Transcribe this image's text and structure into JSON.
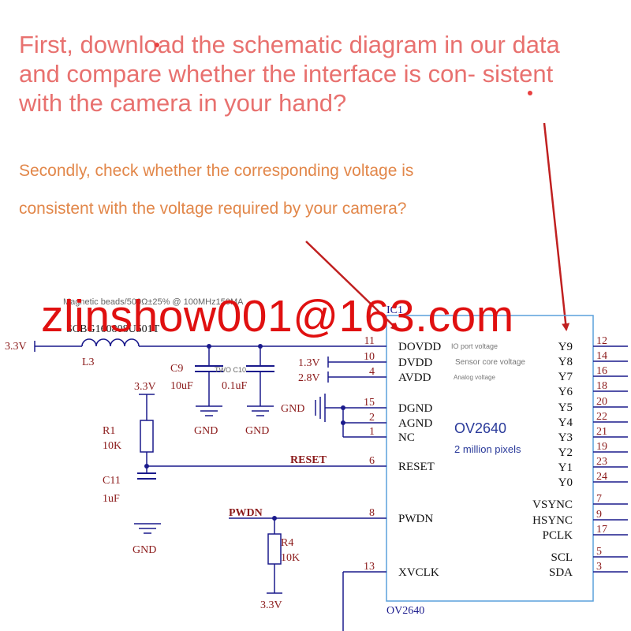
{
  "instructions": {
    "first": "First, download the schematic diagram in our data and compare whether the interface is con- sistent with the camera in your hand?",
    "second_line1": "Secondly, check whether the corresponding voltage is",
    "second_line2": "consistent with the voltage required by your camera?"
  },
  "watermark": "zlinshow001@163.com",
  "schematic": {
    "bead_note": "Magnetic beads/500Ω±25% @ 100MHz150MA",
    "bead_part": "SCBG160808U501T",
    "ic_ref": "IC1",
    "ic_name": "OV2640",
    "ic_desc": "2 million pixels",
    "ic_footer": "OV2640",
    "note_io": "IO port voltage",
    "note_core": "Sensor core voltage",
    "note_analog": "Analog voltage",
    "supply_main": "3.3V",
    "inductor": "L3",
    "c9_ref": "C9",
    "c9_val": "10uF",
    "c10_ref": "TWO C10",
    "c10_val": "0.1uF",
    "gnd": "GND",
    "v13": "1.3V",
    "v28": "2.8V",
    "r1_ref": "R1",
    "r1_val": "10K",
    "r1_supply": "3.3V",
    "c11_ref": "C11",
    "c11_val": "1uF",
    "reset_net": "RESET",
    "pwdn_net": "PWDN",
    "r4_ref": "R4",
    "r4_val": "10K",
    "r4_supply": "3.3V",
    "left_pins": [
      {
        "name": "DOVDD",
        "num": "11"
      },
      {
        "name": "DVDD",
        "num": "10"
      },
      {
        "name": "AVDD",
        "num": "4"
      },
      {
        "name": "DGND",
        "num": "15"
      },
      {
        "name": "AGND",
        "num": "2"
      },
      {
        "name": "NC",
        "num": "1"
      },
      {
        "name": "RESET",
        "num": "6"
      },
      {
        "name": "PWDN",
        "num": "8"
      },
      {
        "name": "XVCLK",
        "num": "13"
      }
    ],
    "right_pins": [
      {
        "name": "Y9",
        "num": "12"
      },
      {
        "name": "Y8",
        "num": "14"
      },
      {
        "name": "Y7",
        "num": "16"
      },
      {
        "name": "Y6",
        "num": "18"
      },
      {
        "name": "Y5",
        "num": "20"
      },
      {
        "name": "Y4",
        "num": "22"
      },
      {
        "name": "Y3",
        "num": "21"
      },
      {
        "name": "Y2",
        "num": "19"
      },
      {
        "name": "Y1",
        "num": "23"
      },
      {
        "name": "Y0",
        "num": "24"
      },
      {
        "name": "VSYNC",
        "num": "7"
      },
      {
        "name": "HSYNC",
        "num": "9"
      },
      {
        "name": "PCLK",
        "num": "17"
      },
      {
        "name": "SCL",
        "num": "5"
      },
      {
        "name": "SDA",
        "num": "3"
      }
    ]
  },
  "colors": {
    "intro": "#e8716f",
    "second": "#e2874a",
    "watermark": "#e01010",
    "ic_border": "#5aa0dc",
    "wire": "#1a1a8c",
    "label": "#8b1a1a",
    "arrow": "#c02020"
  }
}
